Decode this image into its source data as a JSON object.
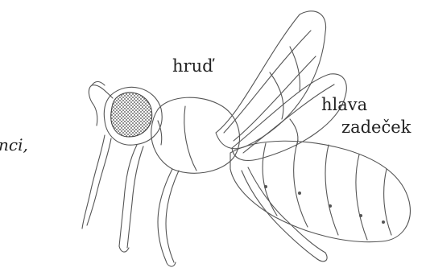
{
  "labels": {
    "head": "hlava",
    "thorax": "hruď",
    "abdomen": "zadeček",
    "partial_left": "nci,"
  },
  "colors": {
    "ink": "#555555",
    "text": "#222222",
    "background": "#ffffff"
  },
  "illustration": {
    "subject": "honey bee side view line drawing",
    "eye_fill": "#444444"
  }
}
